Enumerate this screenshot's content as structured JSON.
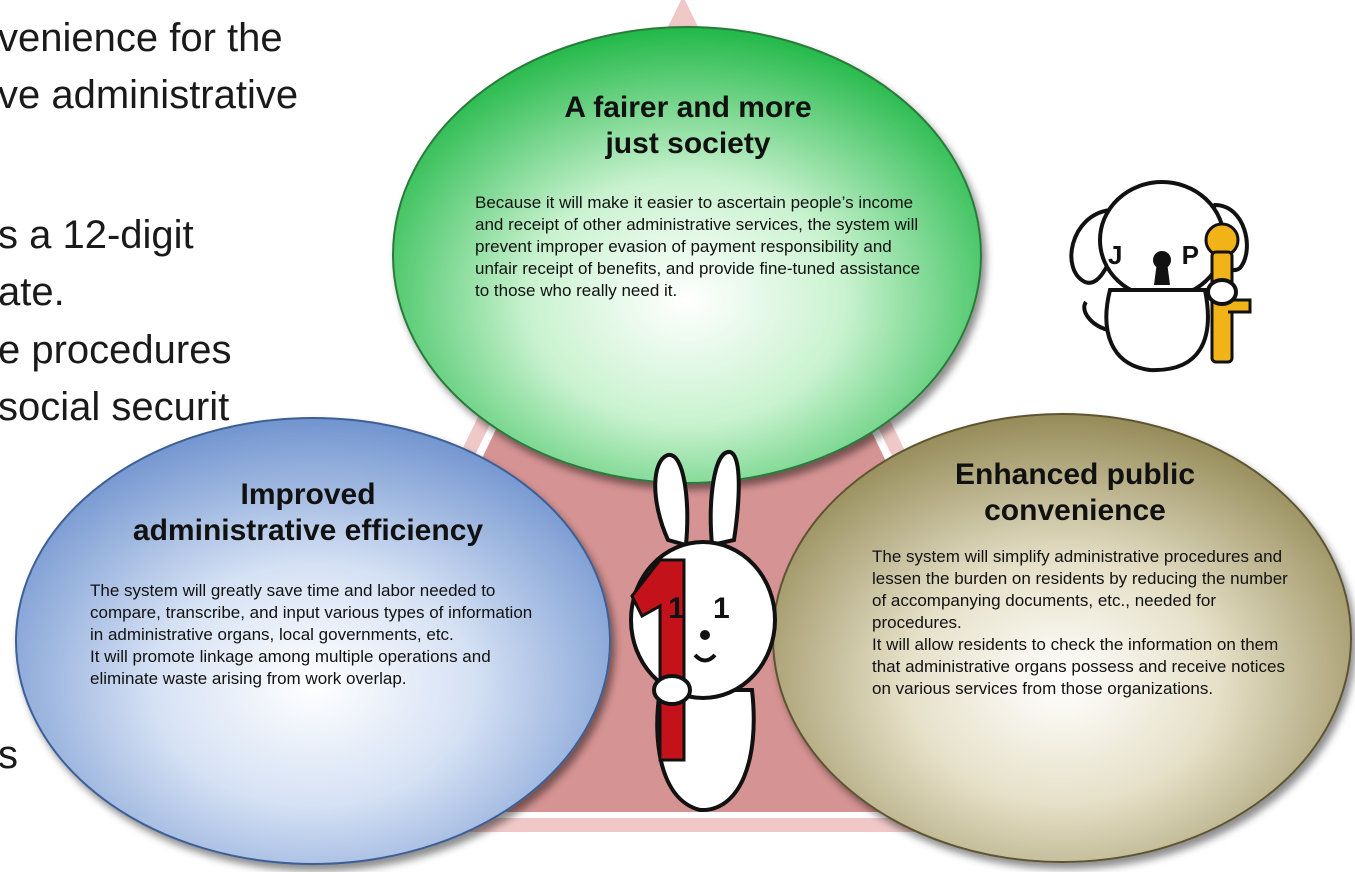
{
  "background_text": {
    "line1": "venience for the",
    "line2": "ve administrative",
    "line3": "s a 12-digit",
    "line4": "ate.",
    "line5": "e procedures",
    "line6": "social securit",
    "line7": "s"
  },
  "nodes": {
    "fair": {
      "title_line1": "A fairer and more",
      "title_line2": "just society",
      "body": "Because it will make it easier to ascertain people’s income and receipt of other administrative services, the system will prevent improper evasion of payment responsibility and unfair receipt of benefits, and provide fine-tuned assistance to those who really need it.",
      "fill": "#2ec24f"
    },
    "efficiency": {
      "title_line1": "Improved",
      "title_line2": "administrative efficiency",
      "body_p1": "The system will greatly save time and labor needed to compare, transcribe, and input various types of information in administrative organs, local governments, etc.",
      "body_p2": "It will promote linkage among multiple operations and eliminate waste arising from work overlap.",
      "fill": "#7c9fd6"
    },
    "convenience": {
      "title_line1": "Enhanced public",
      "title_line2": "convenience",
      "body_p1": "The system will simplify administrative procedures and lessen the burden on residents by reducing the number of accompanying documents, etc., needed for procedures.",
      "body_p2": "It will allow residents to check the information on them that administrative organs possess and receive notices on various services from those organizations.",
      "fill": "#a39a6a"
    }
  },
  "mascots": {
    "dog_letters": "J P",
    "rabbit_digits": "1 1"
  },
  "colors": {
    "triangle": "#d99a9a",
    "triangle_edge": "#f1c9c9"
  }
}
